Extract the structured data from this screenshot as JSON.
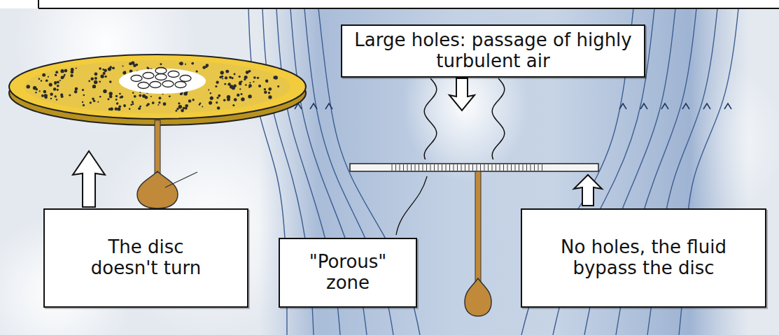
{
  "diagram": {
    "nodes": [
      {
        "text": [
          "The disc doesn't turn"
        ]
      },
      {
        "text": [
          "Large holes: passage of highly turbulent air"
        ]
      },
      {
        "text": [
          "\"Porous\" zone"
        ]
      },
      {
        "text": [
          "No holes, the fluid bypass the disc"
        ]
      }
    ]
  }
}
